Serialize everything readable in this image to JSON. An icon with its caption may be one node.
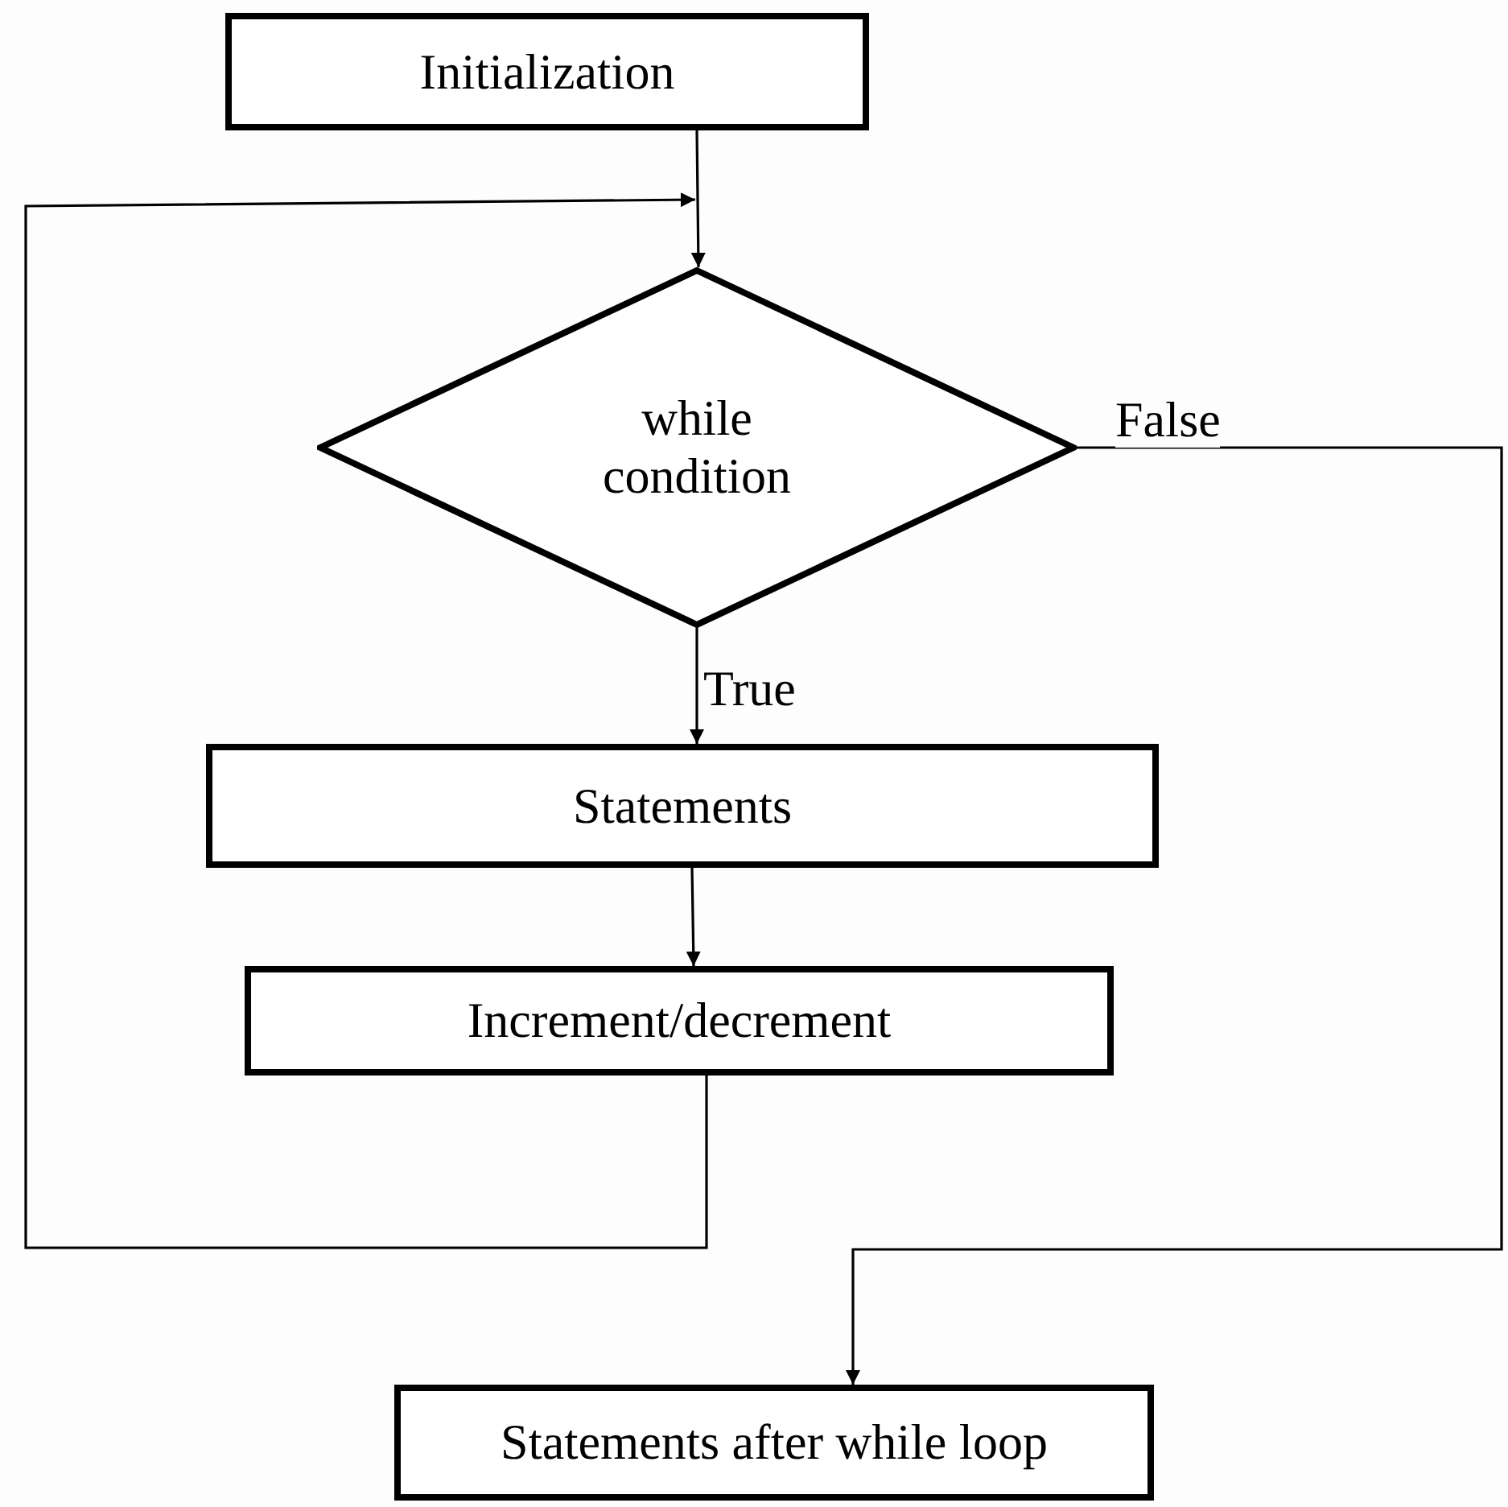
{
  "diagram": {
    "nodes": [
      {
        "text": [
          "Initialization"
        ]
      },
      {
        "text": [
          "while condition"
        ]
      },
      {
        "text": [
          "Statements"
        ]
      },
      {
        "text": [
          "Increment/decrement"
        ]
      },
      {
        "text": [
          "Statements after while loop"
        ]
      }
    ],
    "edges": [
      {
        "from": 0,
        "to": 1,
        "arrow": "to"
      },
      {
        "from": 3,
        "to": 1,
        "arrow": "to"
      },
      {
        "from": 1,
        "to": 4,
        "arrow": "to",
        "label": "False"
      },
      {
        "from": 1,
        "to": 2,
        "arrow": "to",
        "label": "True"
      },
      {
        "from": 2,
        "to": 3,
        "arrow": "to"
      }
    ]
  }
}
